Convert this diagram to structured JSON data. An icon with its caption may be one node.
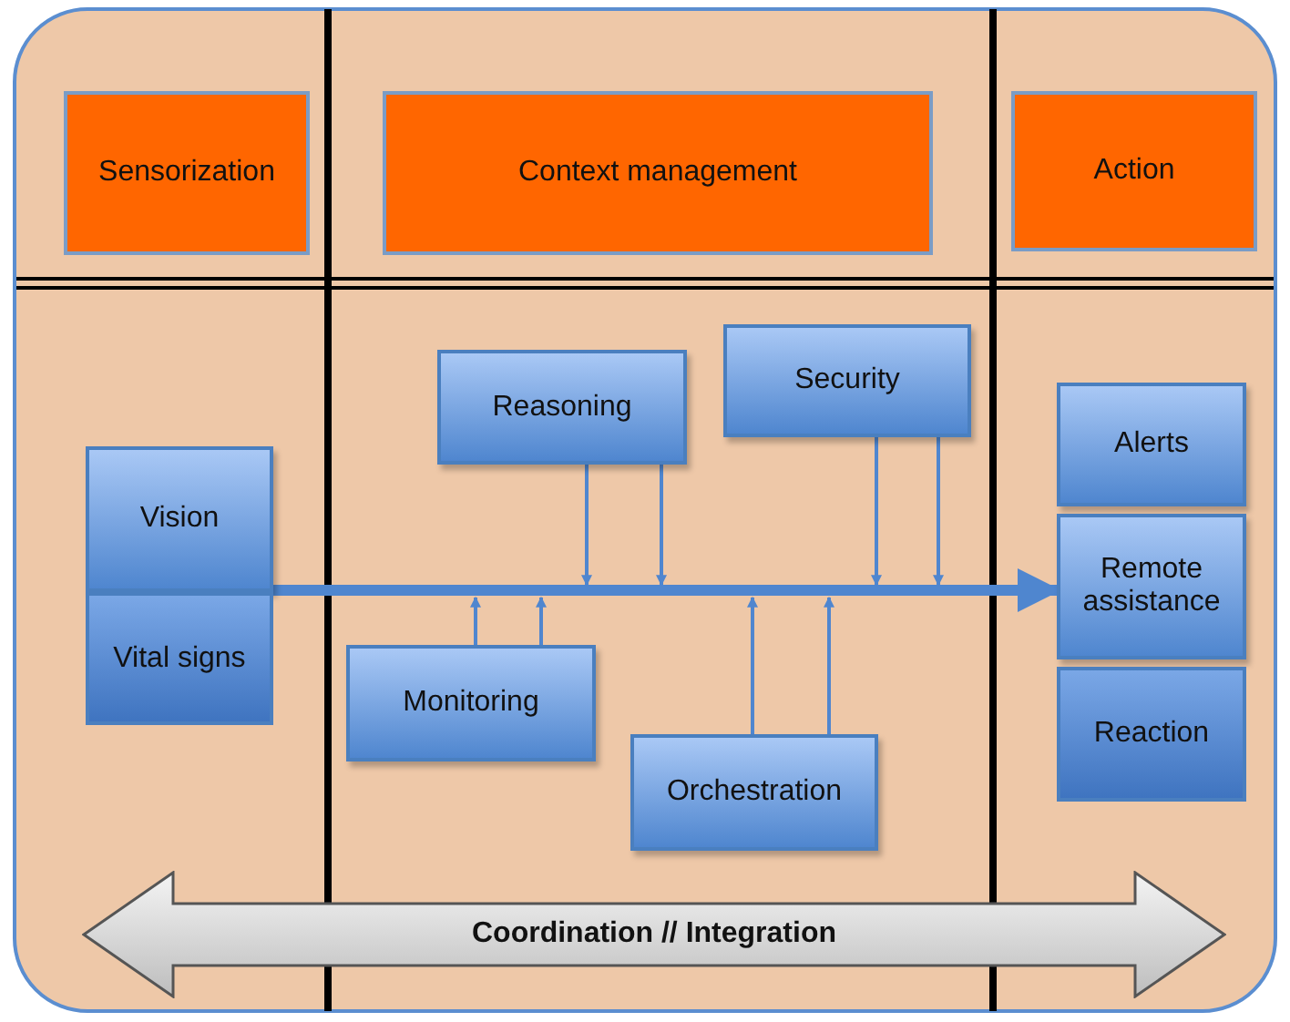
{
  "diagram": {
    "nodes": [
      {
        "text": [
          "Sensorization"
        ]
      },
      {
        "text": [
          "Context management"
        ]
      },
      {
        "text": [
          "Action"
        ]
      },
      {
        "text": [
          "Vision"
        ]
      },
      {
        "text": [
          "Vital signs"
        ]
      },
      {
        "text": [
          "Reasoning"
        ]
      },
      {
        "text": [
          "Security"
        ]
      },
      {
        "text": [
          "Monitoring"
        ]
      },
      {
        "text": [
          "Orchestration"
        ]
      },
      {
        "text": [
          "Alerts"
        ]
      },
      {
        "text": [
          "Remote assistance"
        ]
      },
      {
        "text": [
          "Reaction"
        ]
      },
      {
        "text": [
          "Coordination // Integration"
        ]
      }
    ],
    "edges": [
      {
        "from": 3,
        "to": 10,
        "arrow": "to",
        "style": "thick"
      },
      {
        "from": 4,
        "to": 10,
        "arrow": "to",
        "style": "thick"
      },
      {
        "from": 5,
        "to": null,
        "arrow": "to"
      },
      {
        "from": 5,
        "to": null,
        "arrow": "to"
      },
      {
        "from": 6,
        "to": null,
        "arrow": "to"
      },
      {
        "from": 6,
        "to": null,
        "arrow": "to"
      },
      {
        "from": 7,
        "to": null,
        "arrow": "to"
      },
      {
        "from": 7,
        "to": null,
        "arrow": "to"
      },
      {
        "from": 8,
        "to": null,
        "arrow": "to"
      },
      {
        "from": 8,
        "to": null,
        "arrow": "to"
      }
    ]
  }
}
